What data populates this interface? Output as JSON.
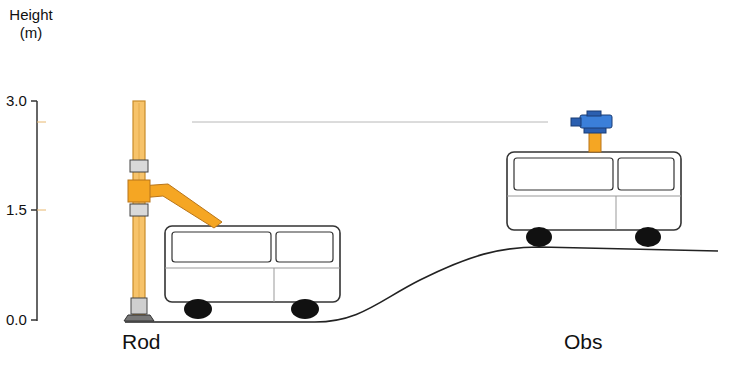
{
  "diagram": {
    "labels": [
      "Height (m)",
      "3.0",
      "1.5",
      "0.0",
      "Rod",
      "Obs"
    ]
  }
}
